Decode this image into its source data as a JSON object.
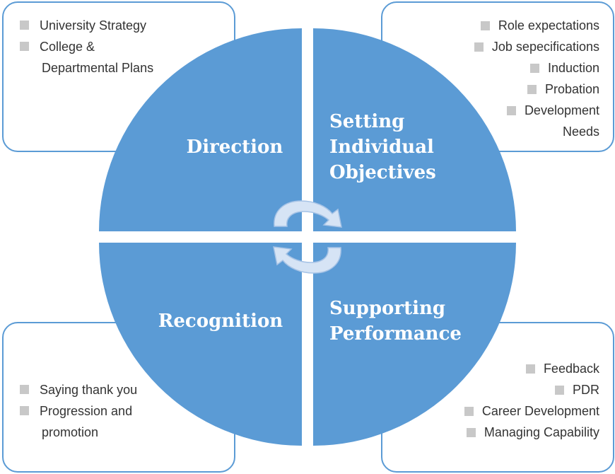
{
  "colors": {
    "quadrant": "#5b9bd5",
    "box_border": "#5b9bd5",
    "bullet": "#c8c8c8",
    "arrow": "#d6e4f5"
  },
  "quadrants": {
    "direction": [
      "Direction"
    ],
    "setting": [
      "Setting",
      "Individual",
      "Objectives"
    ],
    "recognition": [
      "Recognition"
    ],
    "supporting": [
      "Supporting",
      "Performance"
    ]
  },
  "boxes": {
    "top_left": {
      "items": [
        {
          "lines": [
            "University Strategy"
          ]
        },
        {
          "lines": [
            "College &",
            "Departmental Plans"
          ]
        }
      ]
    },
    "top_right": {
      "items": [
        {
          "lines": [
            "Role expectations"
          ]
        },
        {
          "lines": [
            "Job sepecifications"
          ]
        },
        {
          "lines": [
            "Induction"
          ]
        },
        {
          "lines": [
            "Probation"
          ]
        },
        {
          "lines": [
            "Development",
            "Needs"
          ]
        }
      ]
    },
    "bottom_left": {
      "items": [
        {
          "lines": [
            "Saying thank you"
          ]
        },
        {
          "lines": [
            "Progression and",
            "promotion"
          ]
        }
      ]
    },
    "bottom_right": {
      "items": [
        {
          "lines": [
            "Feedback"
          ]
        },
        {
          "lines": [
            "PDR"
          ]
        },
        {
          "lines": [
            "Career Development"
          ]
        },
        {
          "lines": [
            "Managing Capability"
          ]
        }
      ]
    }
  }
}
